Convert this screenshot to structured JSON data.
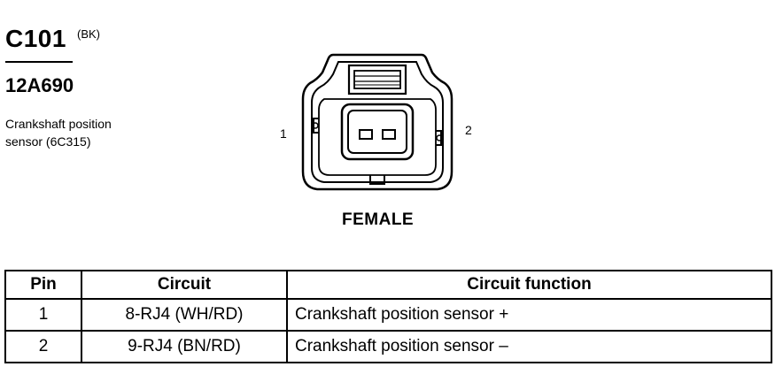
{
  "connector": {
    "id": "C101",
    "color_code": "(BK)",
    "part_number": "12A690",
    "description_line1": "Crankshaft position",
    "description_line2": "sensor (6C315)"
  },
  "diagram": {
    "pin_left": "1",
    "pin_right": "2",
    "gender": "FEMALE"
  },
  "table": {
    "headers": [
      "Pin",
      "Circuit",
      "Circuit function"
    ],
    "rows": [
      {
        "pin": "1",
        "circuit": "8-RJ4 (WH/RD)",
        "function": "Crankshaft position sensor  +"
      },
      {
        "pin": "2",
        "circuit": "9-RJ4 (BN/RD)",
        "function": "Crankshaft position sensor  –"
      }
    ]
  }
}
